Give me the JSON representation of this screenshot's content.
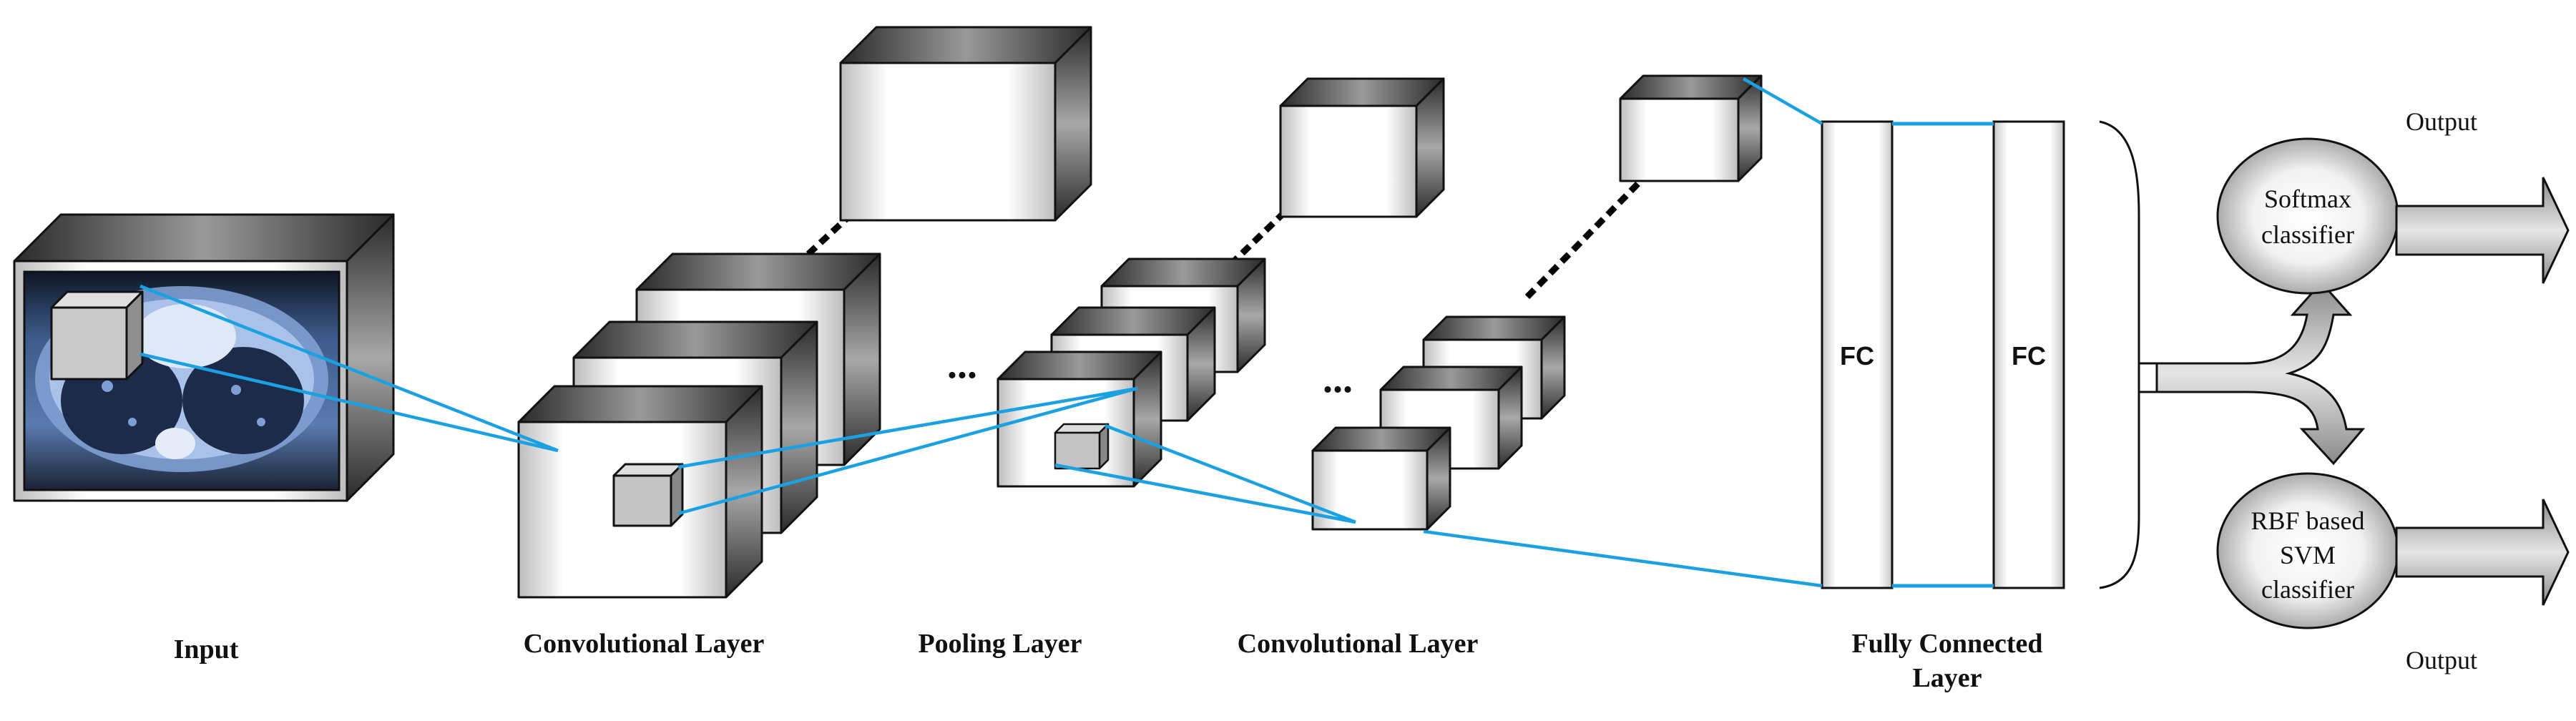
{
  "labels": {
    "input": "Input",
    "conv1": "Convolutional Layer",
    "pool": "Pooling Layer",
    "conv2": "Convolutional Layer",
    "fc_line1": "Fully Connected",
    "fc_line2": "Layer"
  },
  "fc_blocks": [
    "FC",
    "FC"
  ],
  "ellipsis": [
    "...",
    "..."
  ],
  "classifiers": {
    "softmax": [
      "Softmax",
      "classifier"
    ],
    "svm": [
      "RBF based",
      "SVM",
      "classifier"
    ]
  },
  "outputs": [
    "Output",
    "Output"
  ],
  "colors": {
    "connector": "#1ba1e2",
    "box_edge": "#111111",
    "ct_scan": "#3d5a8a"
  },
  "icons": {
    "input_image": "ct-scan-image",
    "arrows": "output-arrow"
  }
}
